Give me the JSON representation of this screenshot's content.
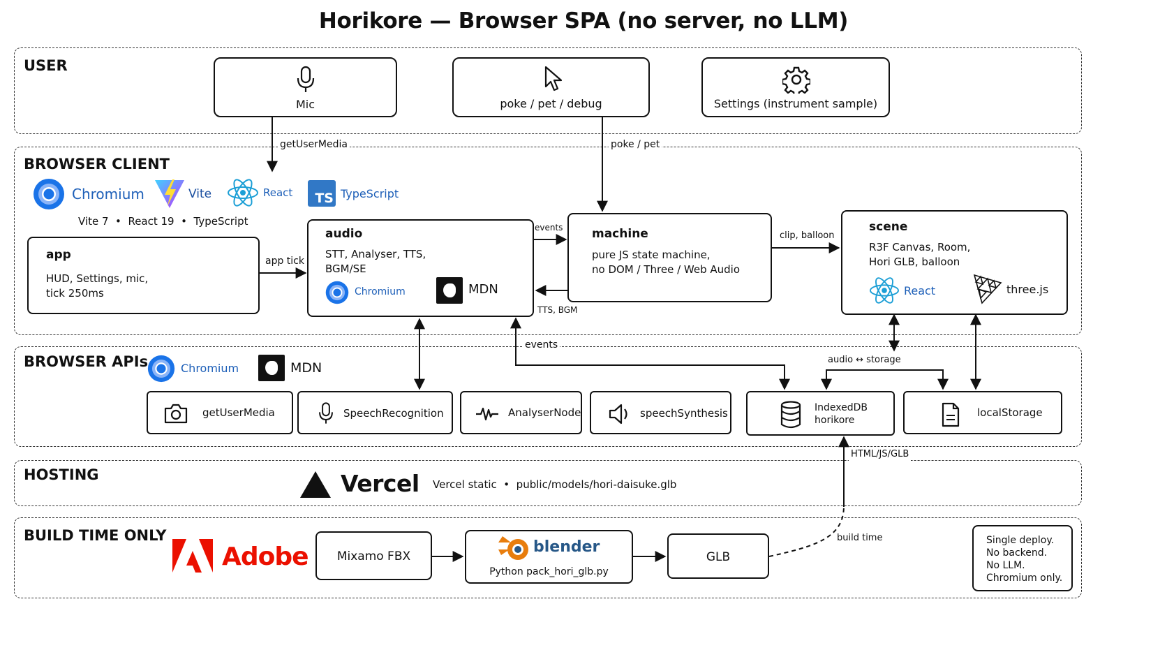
{
  "title": "Horikore — Browser SPA (no server, no LLM)",
  "sections": {
    "user": "USER",
    "browser_client": "BROWSER CLIENT",
    "browser_apis": "BROWSER APIs",
    "hosting": "HOSTING",
    "build_time": "BUILD TIME ONLY"
  },
  "user_boxes": {
    "mic": "Mic",
    "poke": "poke / pet / debug",
    "settings": "Settings (instrument sample)"
  },
  "client": {
    "logos": {
      "chromium": "Chromium",
      "vite": "Vite",
      "react": "React",
      "typescript": "TypeScript",
      "ts_badge": "TS"
    },
    "stack_line": "Vite 7  •  React 19  •  TypeScript",
    "app": {
      "title": "app",
      "body": "HUD, Settings, mic,\ntick 250ms"
    },
    "audio": {
      "title": "audio",
      "body": "STT, Analyser, TTS,\nBGM/SE",
      "logo1": "Chromium",
      "logo2": "MDN"
    },
    "machine": {
      "title": "machine",
      "body": "pure JS state machine,\nno DOM / Three / Web Audio"
    },
    "scene": {
      "title": "scene",
      "body": "R3F Canvas, Room,\nHori GLB, balloon",
      "logo1": "React",
      "logo2": "three.js"
    }
  },
  "edges": {
    "getusermedia": "getUserMedia",
    "poke_pet": "poke / pet",
    "app_tick": "app tick",
    "events_top": "events",
    "tts_bgm": "TTS, BGM",
    "clip_balloon": "clip,  balloon",
    "events_bottom": "events",
    "audio_storage": "audio ↔ storage",
    "html_js_glb": "HTML/JS/GLB",
    "build_time": "build time"
  },
  "apis": {
    "logos": {
      "chromium": "Chromium",
      "mdn": "MDN"
    },
    "items": [
      {
        "label": "getUserMedia",
        "icon": "camera-icon"
      },
      {
        "label": "SpeechRecognition",
        "icon": "mic-icon"
      },
      {
        "label": "AnalyserNode",
        "icon": "waveform-icon"
      },
      {
        "label": "speechSynthesis",
        "icon": "speaker-icon"
      },
      {
        "label": "IndexedDB\nhorikore",
        "icon": "database-icon"
      },
      {
        "label": "localStorage",
        "icon": "document-icon"
      }
    ]
  },
  "hosting": {
    "vercel": "Vercel",
    "text": "Vercel static  •  public/models/hori-daisuke.glb"
  },
  "build": {
    "adobe": "Adobe",
    "mixamo": "Mixamo FBX",
    "blender": "blender",
    "blender_sub": "Python pack_hori_glb.py",
    "glb": "GLB",
    "note": "Single deploy.\nNo backend.\nNo LLM.\nChromium only."
  },
  "colors": {
    "chromium": "#1a73e8",
    "react": "#1c9fd6",
    "ts": "#3178c6",
    "adobe": "#eb1000",
    "blender": "#e87d0d",
    "blender_blue": "#265787"
  }
}
